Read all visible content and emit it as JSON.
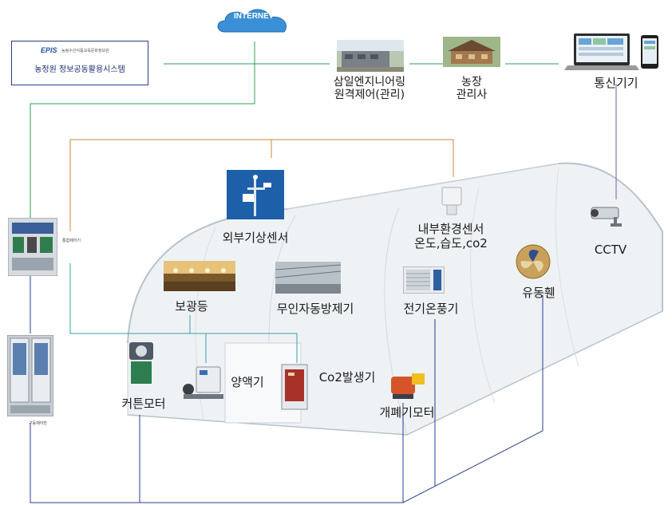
{
  "internet": {
    "label": "INTERNET"
  },
  "epis": {
    "logo": "EPIS",
    "subtitle": "농림수산식품교육문화정보원",
    "name": "농정원 정보공동활용시스템"
  },
  "remote": {
    "line1": "삼일엔지니어링",
    "line2": "원격제어(관리)"
  },
  "farm_office": {
    "line1": "농장",
    "line2": "관리사"
  },
  "comm": {
    "label": "통신기기"
  },
  "devices": {
    "weather_sensor": "외부기상센서",
    "internal_sensor_line1": "내부환경센서",
    "internal_sensor_line2": "온도,습도,co2",
    "cctv": "CCTV",
    "heat_lamp": "보광등",
    "fog_system": "무인자동방제기",
    "heater": "전기온풍기",
    "fan": "유동휀",
    "curtain_motor": "커튼모터",
    "nutrient": "양액기",
    "co2_gen": "Co2발생기",
    "vent_motor": "개폐기모터"
  },
  "panels": {
    "control_label": "통합제어기",
    "cabinet_label": "구동제어반"
  },
  "colors": {
    "green_line": "#2e9e5a",
    "orange_line": "#c98a3a",
    "blue_line": "#2b3d8f",
    "teal_line": "#3aa0a8",
    "purple_line": "#7a5aa8"
  }
}
